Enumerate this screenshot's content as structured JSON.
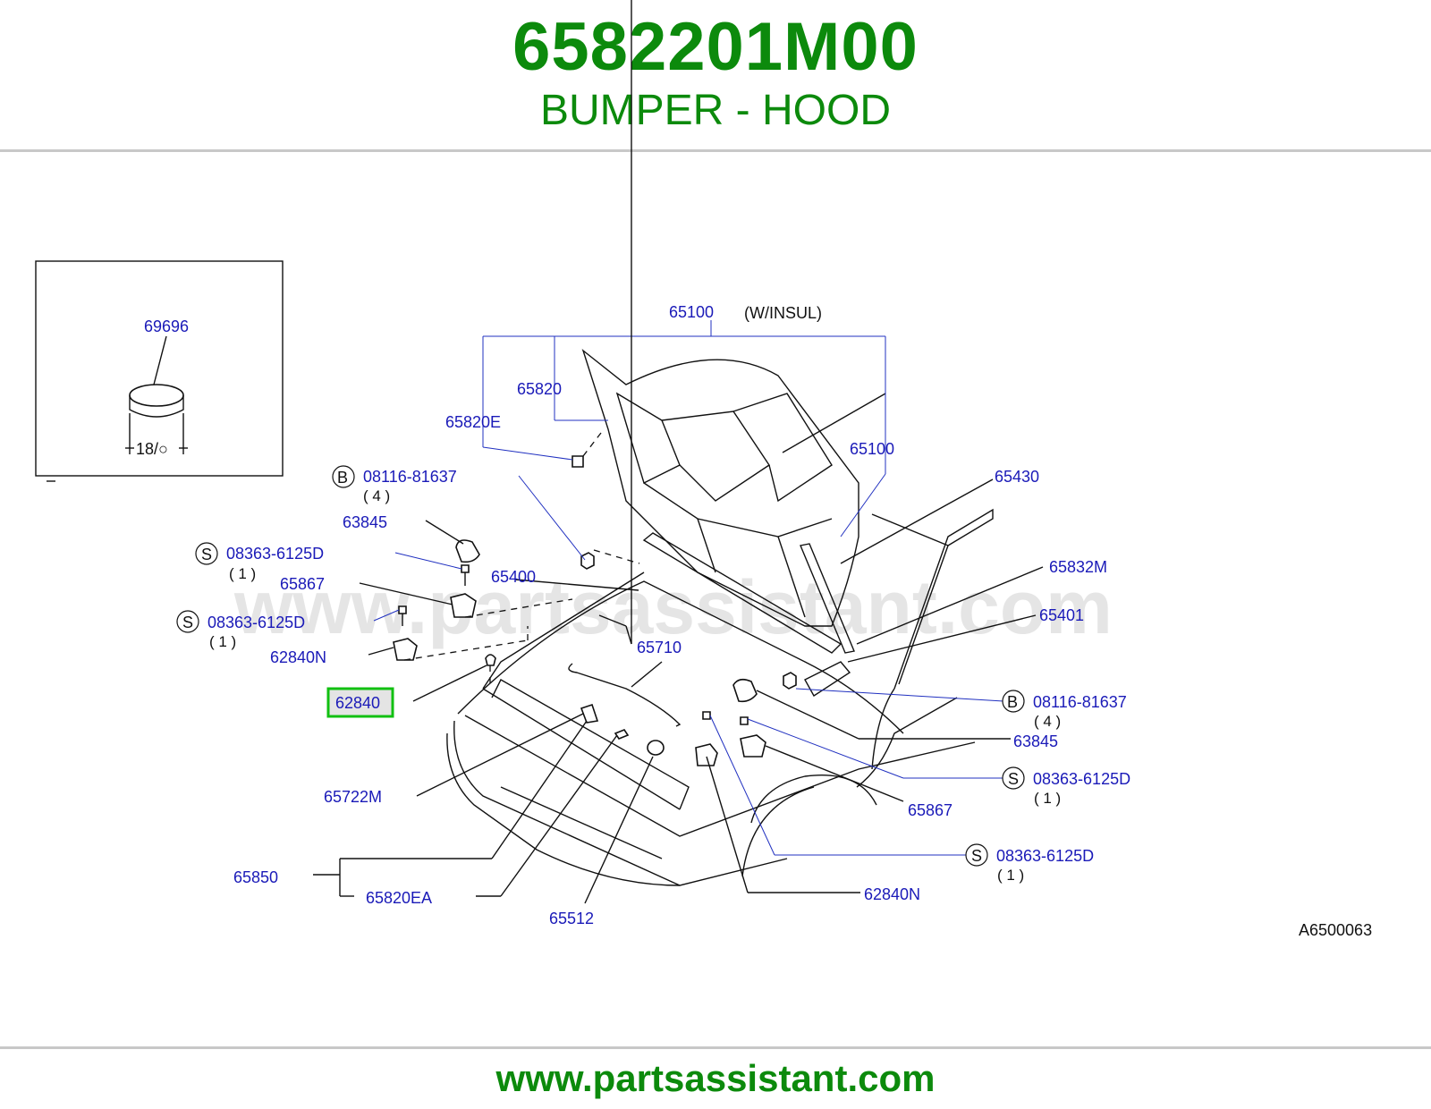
{
  "header": {
    "part_number": "6582201M00",
    "part_name": "BUMPER - HOOD"
  },
  "watermark": "www.partsassistant.com",
  "footer": {
    "link": "www.partsassistant.com"
  },
  "inset": {
    "part": "69696",
    "dimension": "18/○"
  },
  "diagram_code": "A6500063",
  "highlighted_part": "62840",
  "callouts": {
    "hood": "65100",
    "hood_note": "(W/INSUL)",
    "hood_right": "65100",
    "insul": "65820",
    "clip": "65820E",
    "bolt_b_left": "08116-81637",
    "bolt_b_left_qty": "( 4 )",
    "bumper_left": "63845",
    "screw_s1": "08363-6125D",
    "screw_s1_qty": "( 1 )",
    "hinge_left": "65400",
    "lock_left": "65867",
    "screw_s2": "08363-6125D",
    "screw_s2_qty": "( 1 )",
    "nut_left": "62840N",
    "rod": "65710",
    "hinge_right": "65401",
    "stay": "65430",
    "grommet": "65832M",
    "bolt_b_right": "08116-81637",
    "bolt_b_right_qty": "( 4 )",
    "bumper_right": "63845",
    "screw_s3": "08363-6125D",
    "screw_s3_qty": "( 1 )",
    "lock_right": "65867",
    "screw_s4": "08363-6125D",
    "screw_s4_qty": "( 1 )",
    "nut_right": "62840N",
    "seal": "65722M",
    "seal_assy": "65850",
    "seal_clip": "65820EA",
    "bumper_rubber": "65512"
  },
  "circle_letters": {
    "b": "B",
    "s": "S"
  },
  "colors": {
    "brand_green": "#0c8a0c",
    "callout_blue": "#1a1ab8",
    "highlight_border": "#11c011",
    "highlight_fill": "#e4e4e4"
  }
}
